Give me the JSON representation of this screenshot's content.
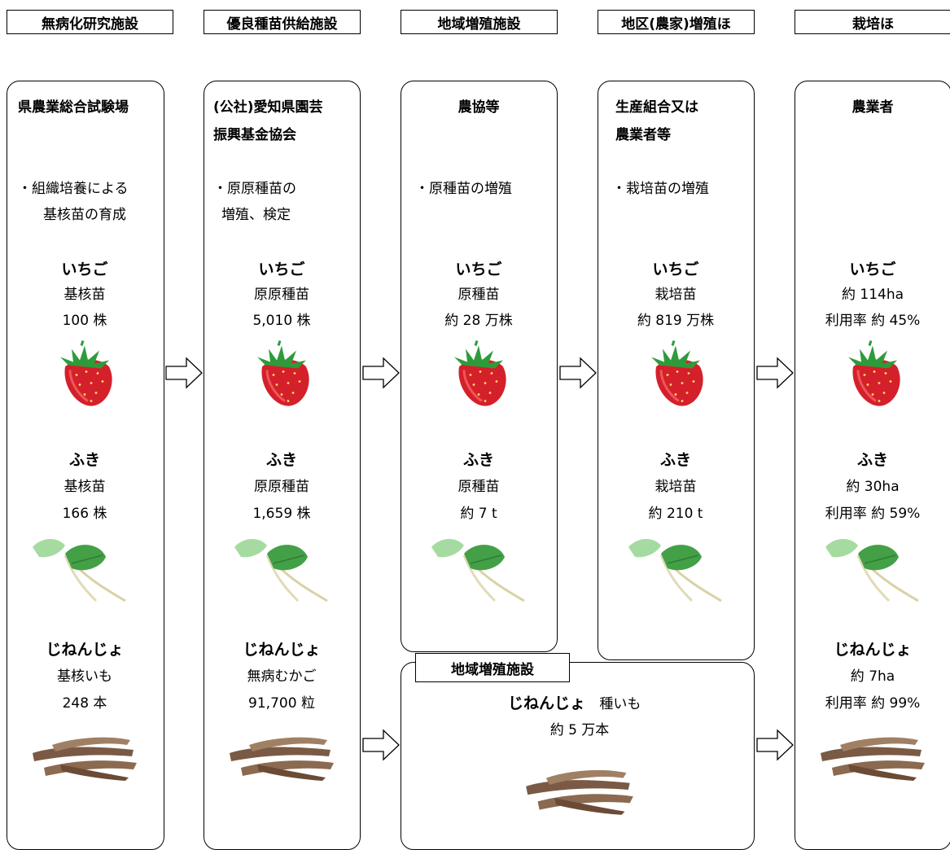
{
  "headers": [
    "無病化研究施設",
    "優良種苗供給施設",
    "地域増殖施設",
    "地区(農家)増殖ほ",
    "栽培ほ"
  ],
  "col1": {
    "title": "県農業総合試験場",
    "desc1": "・組織培養による",
    "desc2": "基核苗の育成",
    "ichigo": {
      "name": "いちご",
      "l1": "基核苗",
      "l2": "100 株"
    },
    "fuki": {
      "name": "ふき",
      "l1": "基核苗",
      "l2": "166 株"
    },
    "jinenjo": {
      "name": "じねんじょ",
      "l1": "基核いも",
      "l2": "248 本"
    }
  },
  "col2": {
    "title1": "(公社)愛知県園芸",
    "title2": "振興基金協会",
    "desc1": "・原原種苗の",
    "desc2": "増殖、検定",
    "ichigo": {
      "name": "いちご",
      "l1": "原原種苗",
      "l2": "5,010 株"
    },
    "fuki": {
      "name": "ふき",
      "l1": "原原種苗",
      "l2": "1,659 株"
    },
    "jinenjo": {
      "name": "じねんじょ",
      "l1": "無病むかご",
      "l2": "91,700 粒"
    }
  },
  "col3": {
    "title": "農協等",
    "desc1": "・原種苗の増殖",
    "ichigo": {
      "name": "いちご",
      "l1": "原種苗",
      "l2": "約 28 万株"
    },
    "fuki": {
      "name": "ふき",
      "l1": "原種苗",
      "l2": "約 7 t"
    }
  },
  "col3b": {
    "label": "地域増殖施設",
    "crop": "じねんじょ",
    "kind": "種いも",
    "qty": "約 5 万本"
  },
  "col4": {
    "title1": "生産組合又は",
    "title2": "農業者等",
    "desc1": "・栽培苗の増殖",
    "ichigo": {
      "name": "いちご",
      "l1": "栽培苗",
      "l2": "約 819 万株"
    },
    "fuki": {
      "name": "ふき",
      "l1": "栽培苗",
      "l2": "約 210 t"
    }
  },
  "col5": {
    "title": "農業者",
    "ichigo": {
      "name": "いちご",
      "l1": "約 114ha",
      "l2": "利用率  約 45%"
    },
    "fuki": {
      "name": "ふき",
      "l1": "約 30ha",
      "l2": "利用率  約 59%"
    },
    "jinenjo": {
      "name": "じねんじょ",
      "l1": "約 7ha",
      "l2": "利用率  約 99%"
    }
  },
  "colors": {
    "strawberry": "#d4202a",
    "leaf": "#43a047",
    "root": "#7a5a44"
  }
}
